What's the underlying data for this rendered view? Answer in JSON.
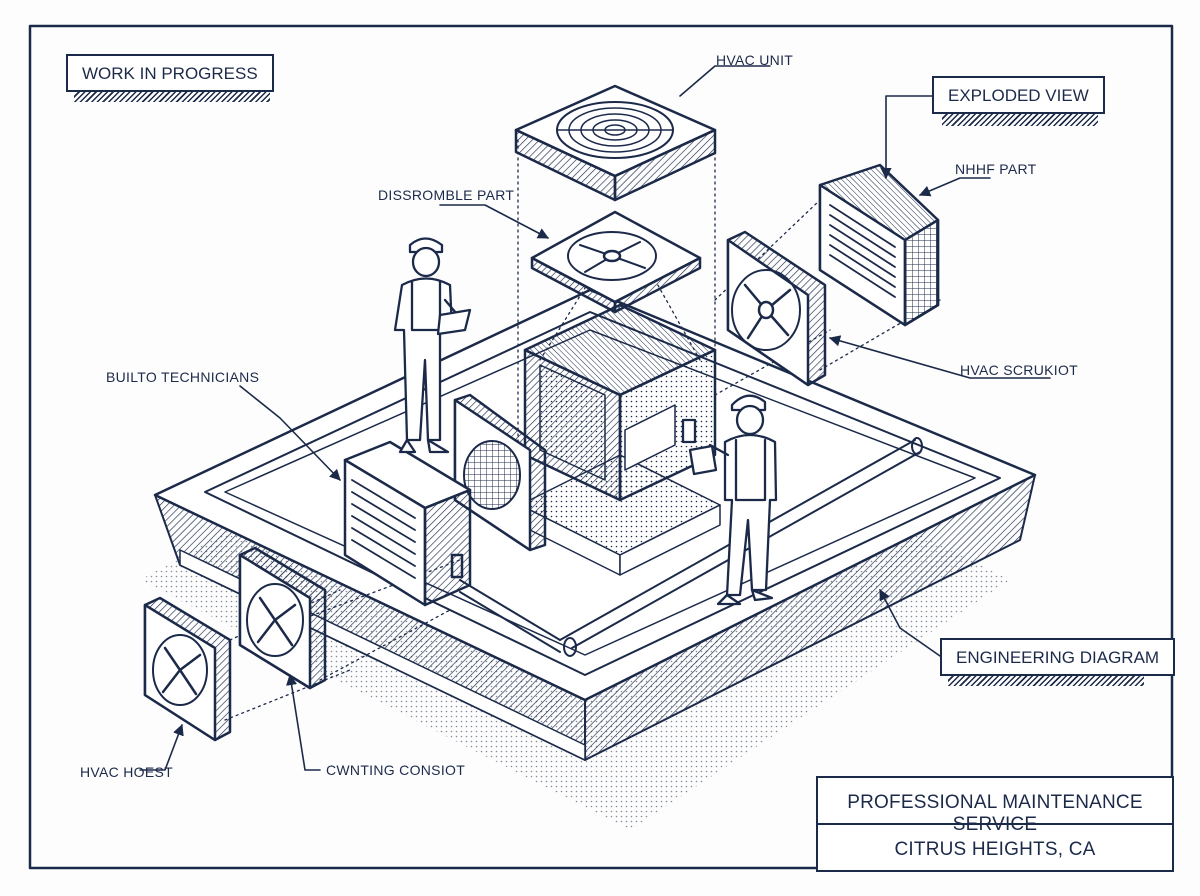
{
  "labels": {
    "work_in_progress": "WORK IN PROGRESS",
    "hvac_unit": "HVAC UNIT",
    "exploded_view": "EXPLODED VIEW",
    "nhhf_part": "NHHF PART",
    "disassemble_part": "DISSROMBLE PART",
    "built_technicians": "BUILTO TECHNICIANS",
    "hvac_scrukiot": "HVAC SCRUKIOT",
    "engineering_diagram": "ENGINEERING DIAGRAM",
    "hvac_hoest": "HVAC HOEST",
    "mounting_consiot": "CWNTING CONSIOT"
  },
  "title_block": {
    "line1": "PROFESSIONAL MAINTENANCE SERVICE",
    "line2": "CITRUS HEIGHTS, CA"
  },
  "colors": {
    "ink": "#1c2a4a",
    "paper": "#fdfdfd"
  }
}
